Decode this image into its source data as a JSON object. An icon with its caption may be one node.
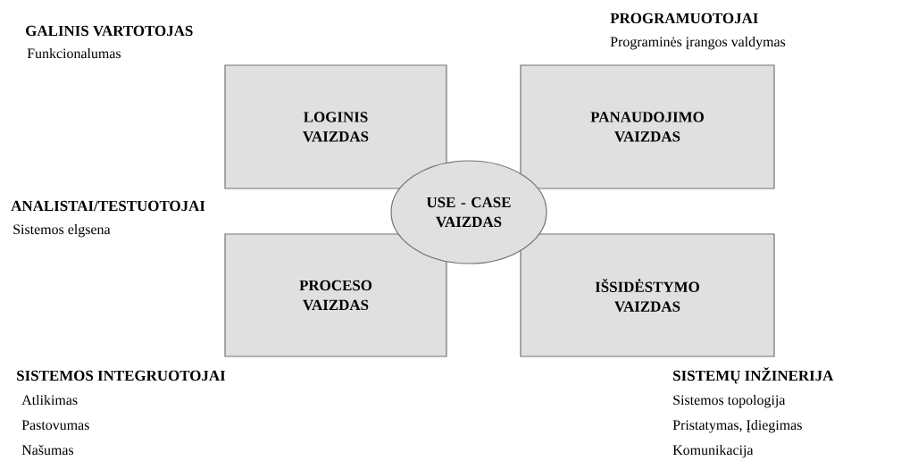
{
  "diagram": {
    "nodes": [
      {
        "text": [
          "LOGINIS VAIZDAS"
        ]
      },
      {
        "text": [
          "PANAUDOJIMO VAIZDAS"
        ]
      },
      {
        "text": [
          "PROCESO VAIZDAS"
        ]
      },
      {
        "text": [
          "IŠSIDĖSTYMO VAIZDAS"
        ]
      },
      {
        "text": [
          "USE - CASE VAIZDAS"
        ]
      }
    ],
    "labels": [
      "GALINIS VARTOTOJAS",
      "Funkcionalumas",
      "PROGRAMUOTOJAI",
      "Programinės įrangos valdymas",
      "ANALISTAI/TESTUOTOJAI",
      "Sistemos elgsena",
      "SISTEMOS INTEGRUOTOJAI",
      "Atlikimas",
      "Pastovumas",
      "Našumas",
      "SISTEMŲ INŽINERIJA",
      "Sistemos topologija",
      "Pristatymas, Įdiegimas",
      "Komunikacija"
    ]
  }
}
